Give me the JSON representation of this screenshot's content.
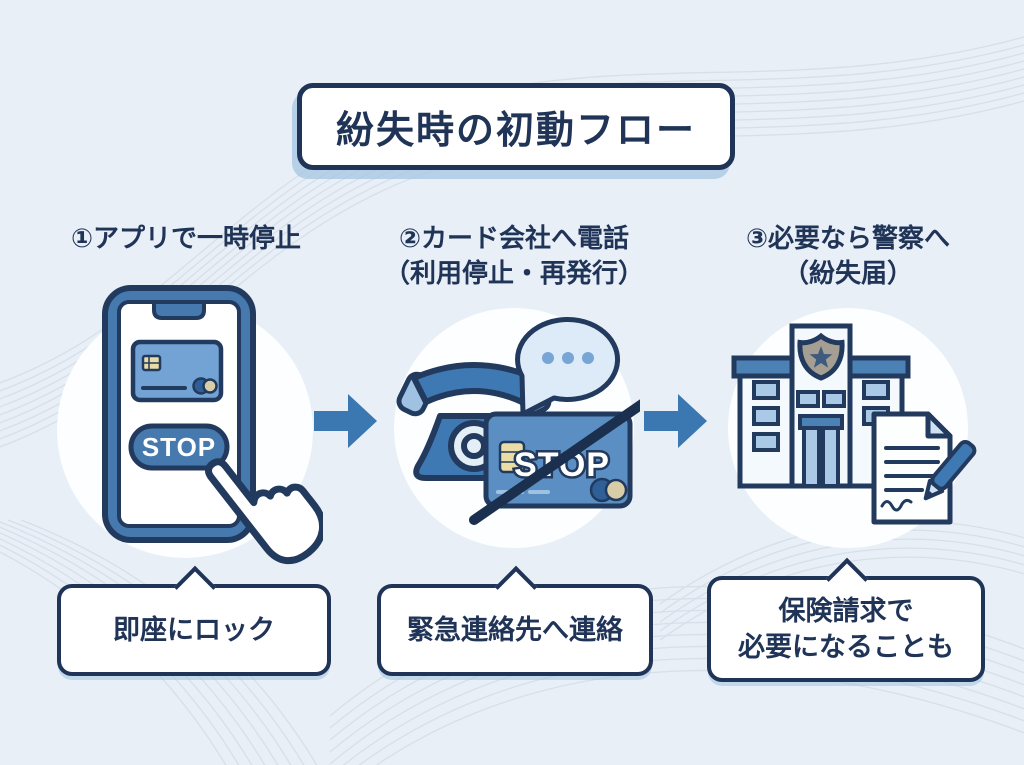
{
  "title": "紛失時の初動フロー",
  "steps": [
    {
      "heading": "①アプリで一時停止",
      "illustration": "smartphone-with-card-and-stop-button-tapped-by-hand",
      "button_label": "STOP",
      "callout": "即座にロック"
    },
    {
      "heading": "②カード会社へ電話",
      "heading_line2": "（利用停止・再発行）",
      "illustration": "telephone-speech-bubble-and-blocked-card",
      "card_label": "STOP",
      "callout": "緊急連絡先へ連絡"
    },
    {
      "heading": "③必要なら警察へ",
      "heading_line2": "（紛失届）",
      "illustration": "police-station-and-lost-report-document-with-pen",
      "callout": "保険請求で",
      "callout_line2": "必要になることも"
    }
  ],
  "icons": {
    "between_steps": "arrow-right",
    "step1": "smartphone-icon, credit-card-icon, stop-button, pointing-hand-icon",
    "step2": "telephone-icon, speech-bubble-icon, blocked-card-icon",
    "step3": "police-station-icon, police-badge-icon, document-icon, pen-icon"
  },
  "colors": {
    "background": "#e8eff7",
    "navy": "#203457",
    "blue": "#3c77af",
    "frame_blue": "#4679ae",
    "card_blue": "#5b8fc4",
    "window_blue": "#a9c9e7",
    "bubble_blue": "#dcebf7",
    "chip_cream": "#e9dca6",
    "badge_gray": "#a59f93",
    "circle_white": "#fcfeff",
    "shadow_blue": "#b7d0e8"
  }
}
